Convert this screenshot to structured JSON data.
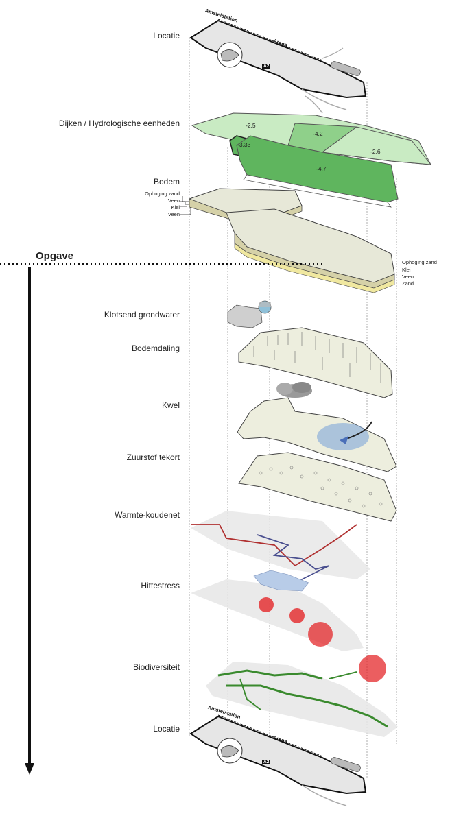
{
  "layers": [
    {
      "label": "Locatie"
    },
    {
      "label": "Dijken / Hydrologische eenheden"
    },
    {
      "label": "Bodem"
    },
    {
      "label": "Klotsend grondwater"
    },
    {
      "label": "Bodemdaling"
    },
    {
      "label": "Kwel"
    },
    {
      "label": "Zuurstof tekort"
    },
    {
      "label": "Warmte-koudenet"
    },
    {
      "label": "Hittestress"
    },
    {
      "label": "Biodiversiteit"
    },
    {
      "label": "Locatie"
    }
  ],
  "section_title": "Opgave",
  "map_tags": {
    "station": "Amstelstation",
    "arena": "Arena",
    "road": "A2"
  },
  "dijken_values": [
    "-2,5",
    "-4,2",
    "-2,6",
    "-3,33",
    "-4,7"
  ],
  "bodem_left_legend": [
    "Ophoging zand",
    "Veen",
    "Klei",
    "Veen"
  ],
  "bodem_right_legend": [
    "Ophoging zand",
    "Klei",
    "Veen",
    "Zand"
  ],
  "colors": {
    "green_light": "#c9ebc3",
    "green_mid": "#8fd08a",
    "green_dark": "#5fb55e",
    "soil": "#e7e8d8",
    "grey_site": "#dcdcdc",
    "heat_red": "#e31a1c",
    "net_red": "#b03030",
    "net_blue": "#4a4f8f",
    "bio_green": "#3a8a2e"
  }
}
